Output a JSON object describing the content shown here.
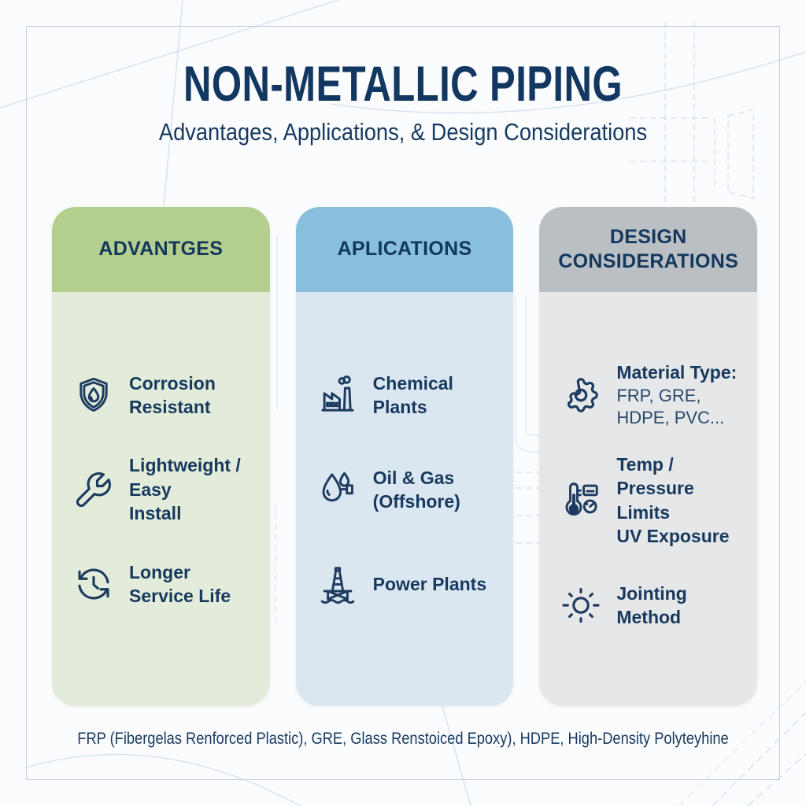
{
  "page": {
    "title": "NON-METALLIC PIPING",
    "subtitle": "Advantages, Applications, & Design Considerations",
    "footer": "FRP (Fibergelas Renforced Plastic), GRE, Glass Renstoiced Epoxy), HDPE, High-Density Polyteyhine"
  },
  "colors": {
    "text_navy": "#17395e",
    "advantages_header": "#b4cf8d",
    "advantages_body": "#e3ecdb",
    "applications_header": "#87bfdd",
    "applications_body": "#dae7f0",
    "design_header": "#babfc3",
    "design_body": "#e5e7e9",
    "background": "#fbfcfe",
    "blueprint_line": "#ccdaeb"
  },
  "columns": [
    {
      "header": "ADVANTGES",
      "items": [
        {
          "icon": "shield-droplet-icon",
          "label": "Corrosion Resistant"
        },
        {
          "icon": "wrench-icon",
          "label": "Lightweight / Easy\nInstall"
        },
        {
          "icon": "clock-cycle-icon",
          "label": "Longer Service Life"
        }
      ]
    },
    {
      "header": "APLICATIONS",
      "items": [
        {
          "icon": "factory-icon",
          "label": "Chemical Plants"
        },
        {
          "icon": "oil-drop-icon",
          "label": "Oil & Gas (Offshore)"
        },
        {
          "icon": "oil-rig-icon",
          "label": "Power Plants"
        }
      ]
    },
    {
      "header": "DESIGN CONSIDERATIONS",
      "items": [
        {
          "icon": "gear-icon",
          "label": "Material Type:",
          "sublabel": "FRP, GRE, HDPE, PVC..."
        },
        {
          "icon": "thermometer-gauge-icon",
          "label": "Temp / Pressure Limits\nUV Exposure"
        },
        {
          "icon": "sun-icon",
          "label": "Jointing Method"
        }
      ]
    }
  ]
}
